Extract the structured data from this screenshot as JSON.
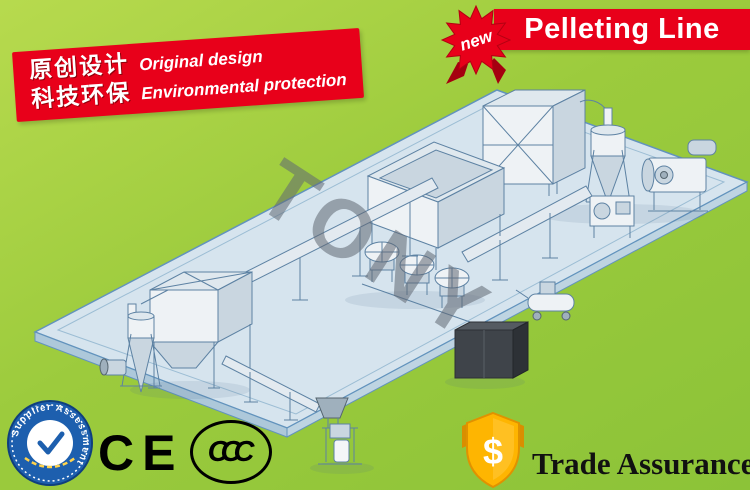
{
  "header": {
    "new_badge": "new",
    "title": "Pelleting Line"
  },
  "promo_banner": {
    "line1_cn": "原创设计",
    "line1_en": "Original design",
    "line2_cn": "科技环保",
    "line2_en": "Environmental protection"
  },
  "scene": {
    "watermark": "TONY"
  },
  "certifications": {
    "supplier_assessment": "Supplier Assessment",
    "ce": "CE",
    "ccc": "CCC"
  },
  "trade_assurance": {
    "dollar": "$",
    "label": "Trade Assurance"
  },
  "colors": {
    "background_green": "#97c93d",
    "banner_red": "#e8001a",
    "platform_blue": "#d6e4ee",
    "machine_outline": "#5d82a3",
    "gold": "#feb501",
    "badge_blue": "#1d5fae"
  }
}
